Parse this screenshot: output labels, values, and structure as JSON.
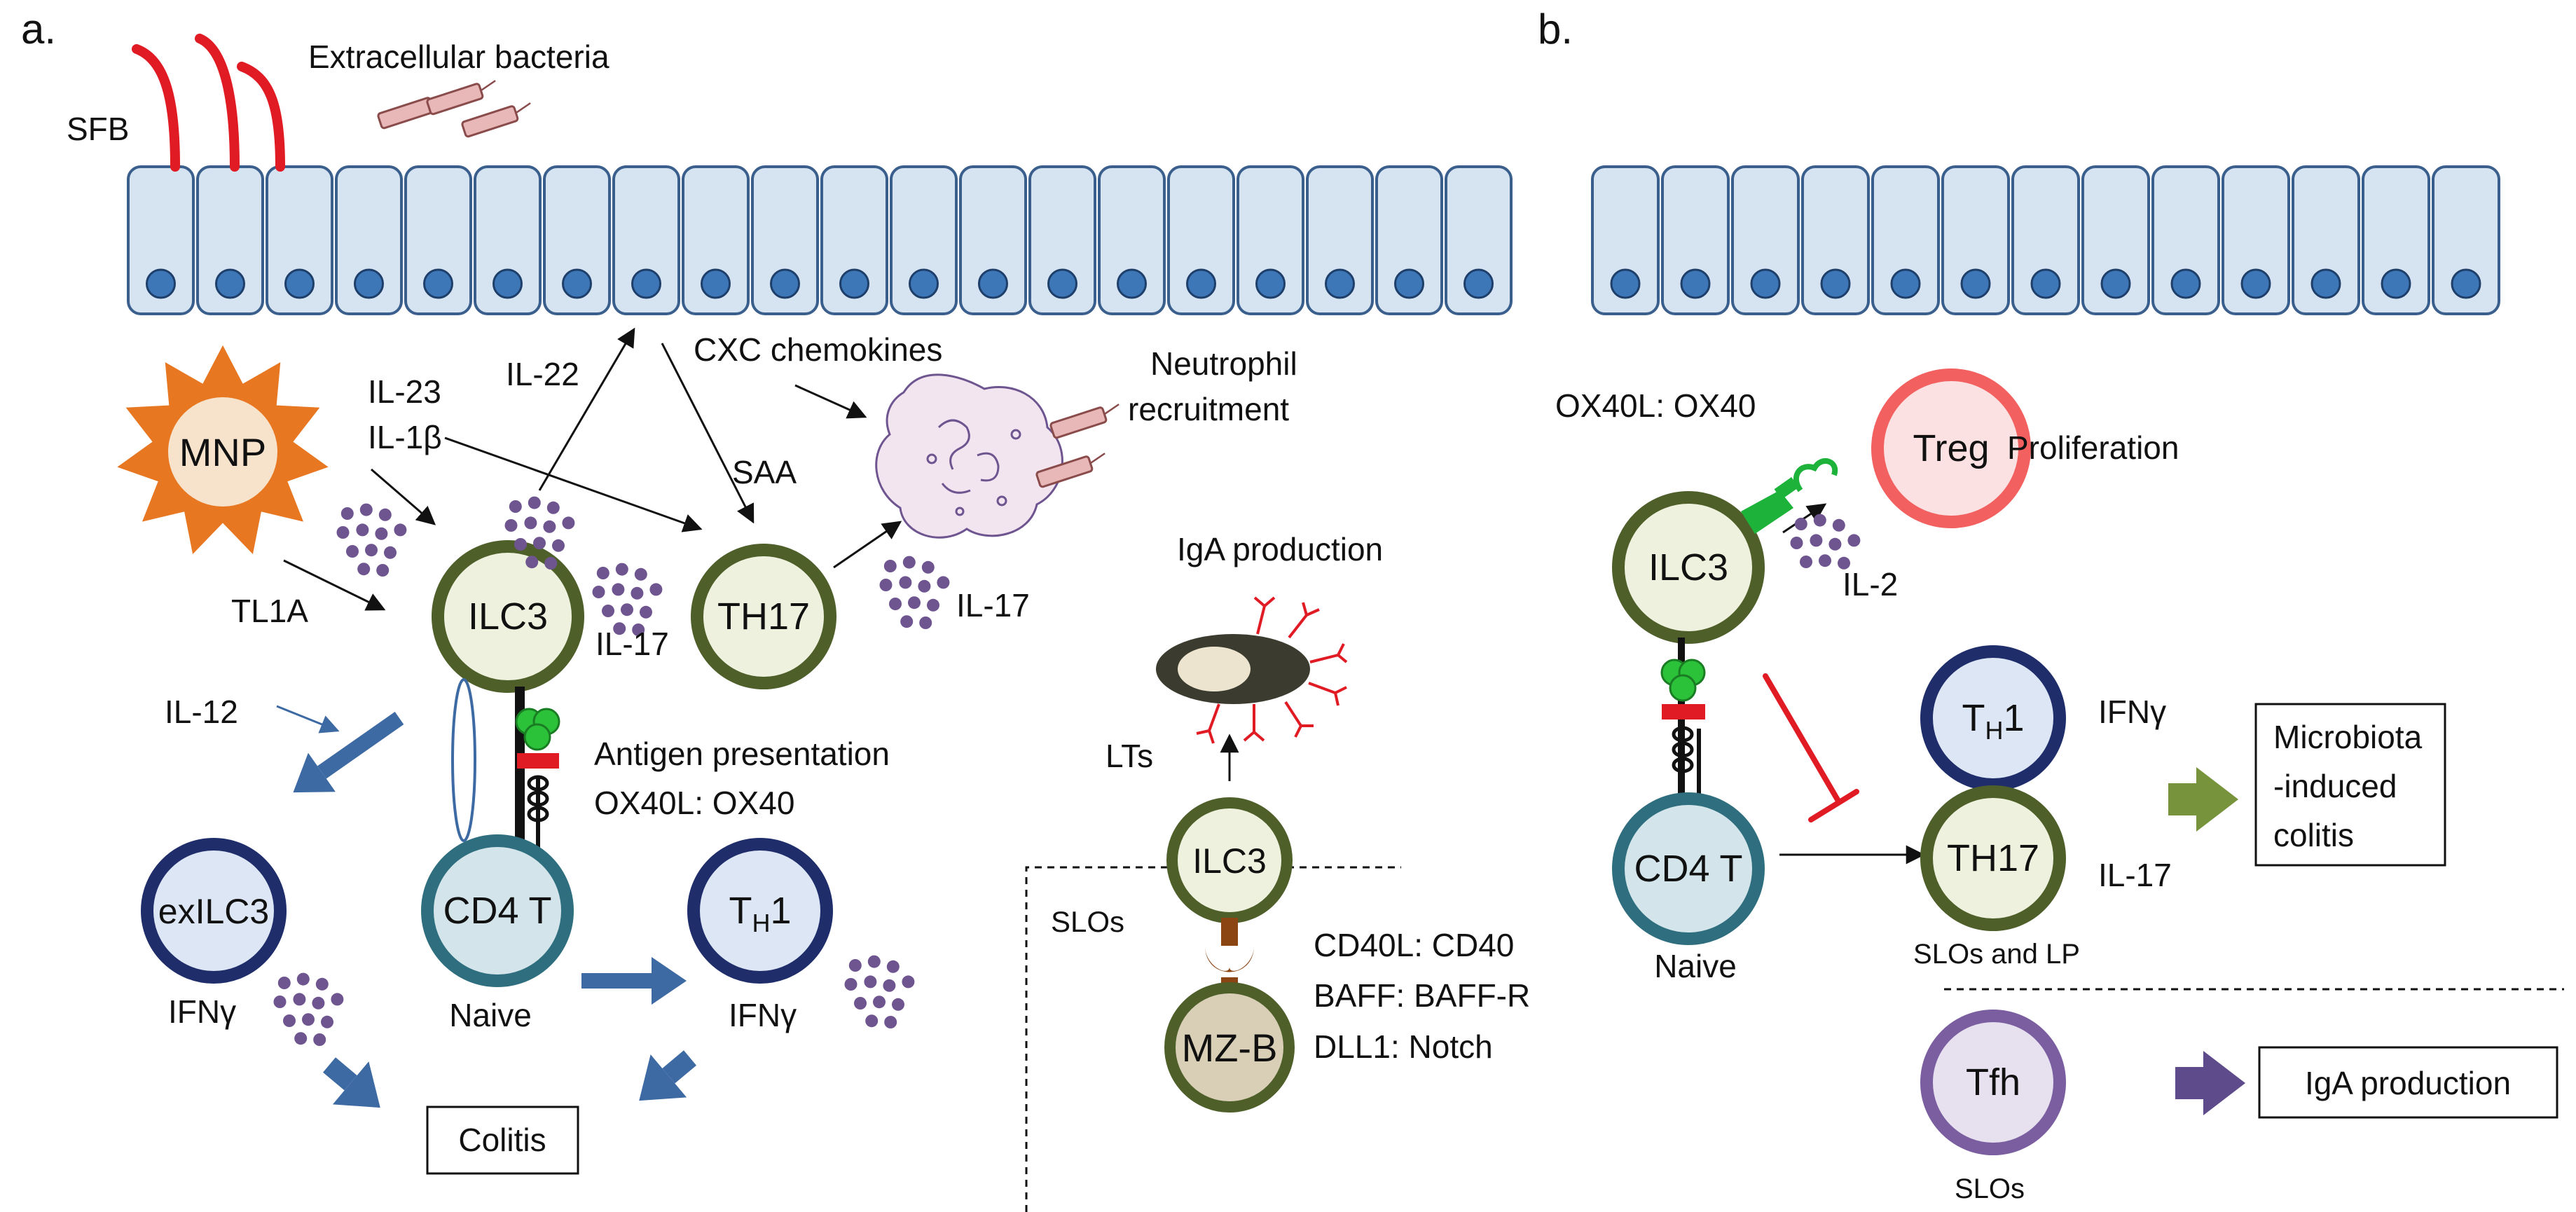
{
  "panels": {
    "a": "a.",
    "b": "b."
  },
  "colors": {
    "epithelium_fill": "#d6e4f2",
    "epithelium_stroke": "#3a5f8c",
    "nucleus": "#3d77b8",
    "ilc3_fill": "#eef1dd",
    "ilc3_ring": "#4e5f2a",
    "th1_ring": "#1f2e6b",
    "th1_fill": "#dde6f4",
    "cd4_ring": "#2e6e7e",
    "cd4_fill": "#d3e5ea",
    "treg_ring": "#f26060",
    "treg_fill": "#fbe1e1",
    "tfh_ring": "#7a5ea0",
    "tfh_fill": "#e6e0ef",
    "mzb_ring": "#4e5f2a",
    "mzb_fill": "#d8cfb6",
    "mnp": "#e87722",
    "bacteria": "#e8b8b8",
    "sfb": "#e01b24",
    "arrow_blue": "#3d6aa3",
    "arrow_green": "#77933c",
    "arrow_purple": "#5e4b8b",
    "inhibit_red": "#e01b24",
    "dots": "#6e5590"
  },
  "panel_a": {
    "sfb": "SFB",
    "extracellular_bacteria": "Extracellular bacteria",
    "mnp": "MNP",
    "il23": "IL-23",
    "il1b": "IL-1β",
    "il22": "IL-22",
    "cxc_chemokines": "CXC chemokines",
    "neutrophil_1": "Neutrophil",
    "neutrophil_2": "recruitment",
    "saa": "SAA",
    "tl1a": "TL1A",
    "ilc3": "ILC3",
    "il17_left": "IL-17",
    "th17": "TH17",
    "il17_right": "IL-17",
    "il12": "IL-12",
    "antigen_presentation": "Antigen presentation",
    "ox40l_ox40": "OX40L: OX40",
    "exilc3": "exILC3",
    "ifng_left": "IFNγ",
    "cd4t": "CD4 T",
    "naive": "Naive",
    "th1_main": "T",
    "th1_sub": "H",
    "th1_tail": "1",
    "ifng_right": "IFNγ",
    "colitis": "Colitis",
    "iga_production": "IgA production",
    "lts": "LTs",
    "ilc3_slo": "ILC3",
    "slos": "SLOs",
    "cd40l_cd40": "CD40L: CD40",
    "baff": "BAFF: BAFF-R",
    "dll1": "DLL1: Notch",
    "mzb": "MZ-B"
  },
  "panel_b": {
    "ox40l_ox40": "OX40L: OX40",
    "treg": "Treg",
    "proliferation": "Proliferation",
    "ilc3": "ILC3",
    "il2": "IL-2",
    "th1_main": "T",
    "th1_sub": "H",
    "th1_tail": "1",
    "ifng": "IFNγ",
    "microbiota_1": "Microbiota",
    "microbiota_2": "-induced",
    "microbiota_3": "colitis",
    "cd4t": "CD4 T",
    "naive": "Naive",
    "th17": "TH17",
    "il17": "IL-17",
    "slos_lp": "SLOs and LP",
    "tfh": "Tfh",
    "iga_production": "IgA production",
    "slos": "SLOs"
  }
}
